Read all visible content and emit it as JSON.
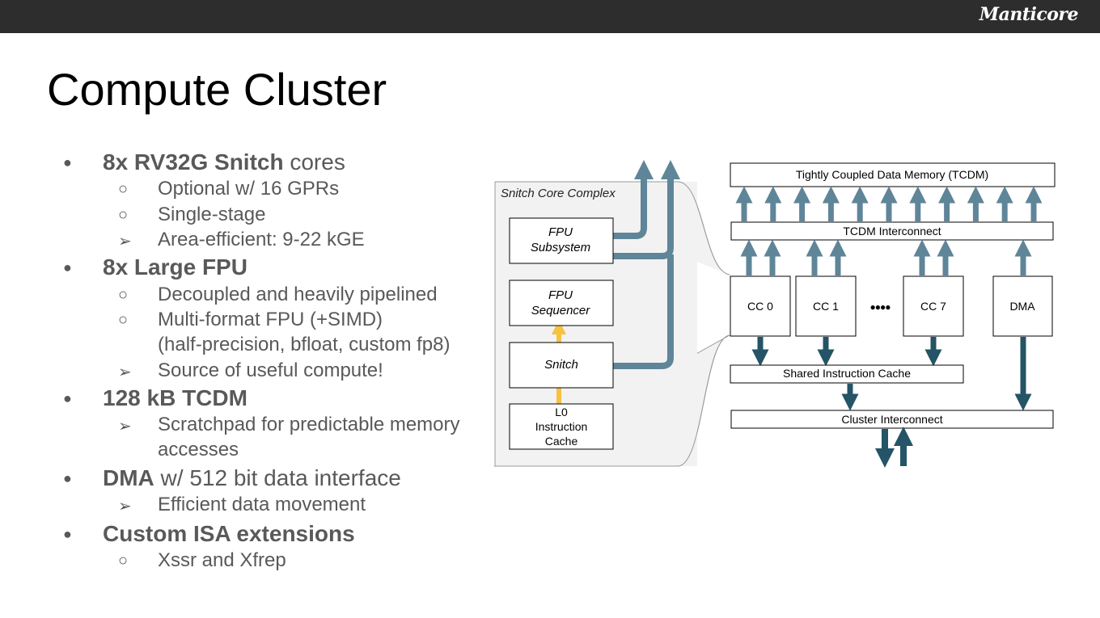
{
  "header": {
    "brand": "Manticore"
  },
  "slide": {
    "title": "Compute Cluster"
  },
  "bullets": [
    {
      "level": 1,
      "marker": "●",
      "bold": "8x RV32G Snitch",
      "rest": " cores"
    },
    {
      "level": 2,
      "marker": "○",
      "bold": "",
      "rest": "Optional w/ 16 GPRs"
    },
    {
      "level": 2,
      "marker": "○",
      "bold": "",
      "rest": "Single-stage"
    },
    {
      "level": 2,
      "marker": "➢",
      "bold": "",
      "rest": "Area-efficient: 9-22 kGE"
    },
    {
      "level": 1,
      "marker": "●",
      "bold": "8x Large FPU",
      "rest": ""
    },
    {
      "level": 2,
      "marker": "○",
      "bold": "",
      "rest": "Decoupled and heavily pipelined"
    },
    {
      "level": 2,
      "marker": "○",
      "bold": "",
      "rest": "Multi-format FPU (+SIMD)"
    },
    {
      "level": 2,
      "marker": "",
      "bold": "",
      "rest": "(half-precision, bfloat, custom fp8)"
    },
    {
      "level": 2,
      "marker": "➢",
      "bold": "",
      "rest": "Source of useful compute!"
    },
    {
      "level": 1,
      "marker": "●",
      "bold": "128 kB TCDM",
      "rest": ""
    },
    {
      "level": 2,
      "marker": "➢",
      "bold": "",
      "rest": "Scratchpad for predictable memory"
    },
    {
      "level": 2,
      "marker": "",
      "bold": "",
      "rest": "accesses"
    },
    {
      "level": 1,
      "marker": "●",
      "bold": "DMA",
      "rest": " w/ 512 bit data interface"
    },
    {
      "level": 2,
      "marker": "➢",
      "bold": "",
      "rest": "Efficient data movement"
    },
    {
      "level": 1,
      "marker": "●",
      "bold": "Custom ISA extensions",
      "rest": ""
    },
    {
      "level": 2,
      "marker": "○",
      "bold": "",
      "rest": "Xssr and Xfrep"
    }
  ],
  "diagram": {
    "core_complex_label": "Snitch Core Complex",
    "fpu_subsystem": [
      "FPU",
      "Subsystem"
    ],
    "fpu_sequencer": [
      "FPU",
      "Sequencer"
    ],
    "snitch": "Snitch",
    "l0_cache": [
      "L0",
      "Instruction",
      "Cache"
    ],
    "tcdm": "Tightly Coupled Data Memory (TCDM)",
    "tcdm_interconnect": "TCDM Interconnect",
    "cc0": "CC 0",
    "cc1": "CC 1",
    "ellipsis": "●●●●",
    "cc7": "CC 7",
    "dma": "DMA",
    "shared_icache": "Shared Instruction Cache",
    "cluster_interconnect": "Cluster Interconnect",
    "colors": {
      "arrow_light": "#5f8599",
      "arrow_dark": "#245466",
      "arrow_yellow": "#f5c242",
      "panel_fill": "#f2f2f2"
    }
  }
}
